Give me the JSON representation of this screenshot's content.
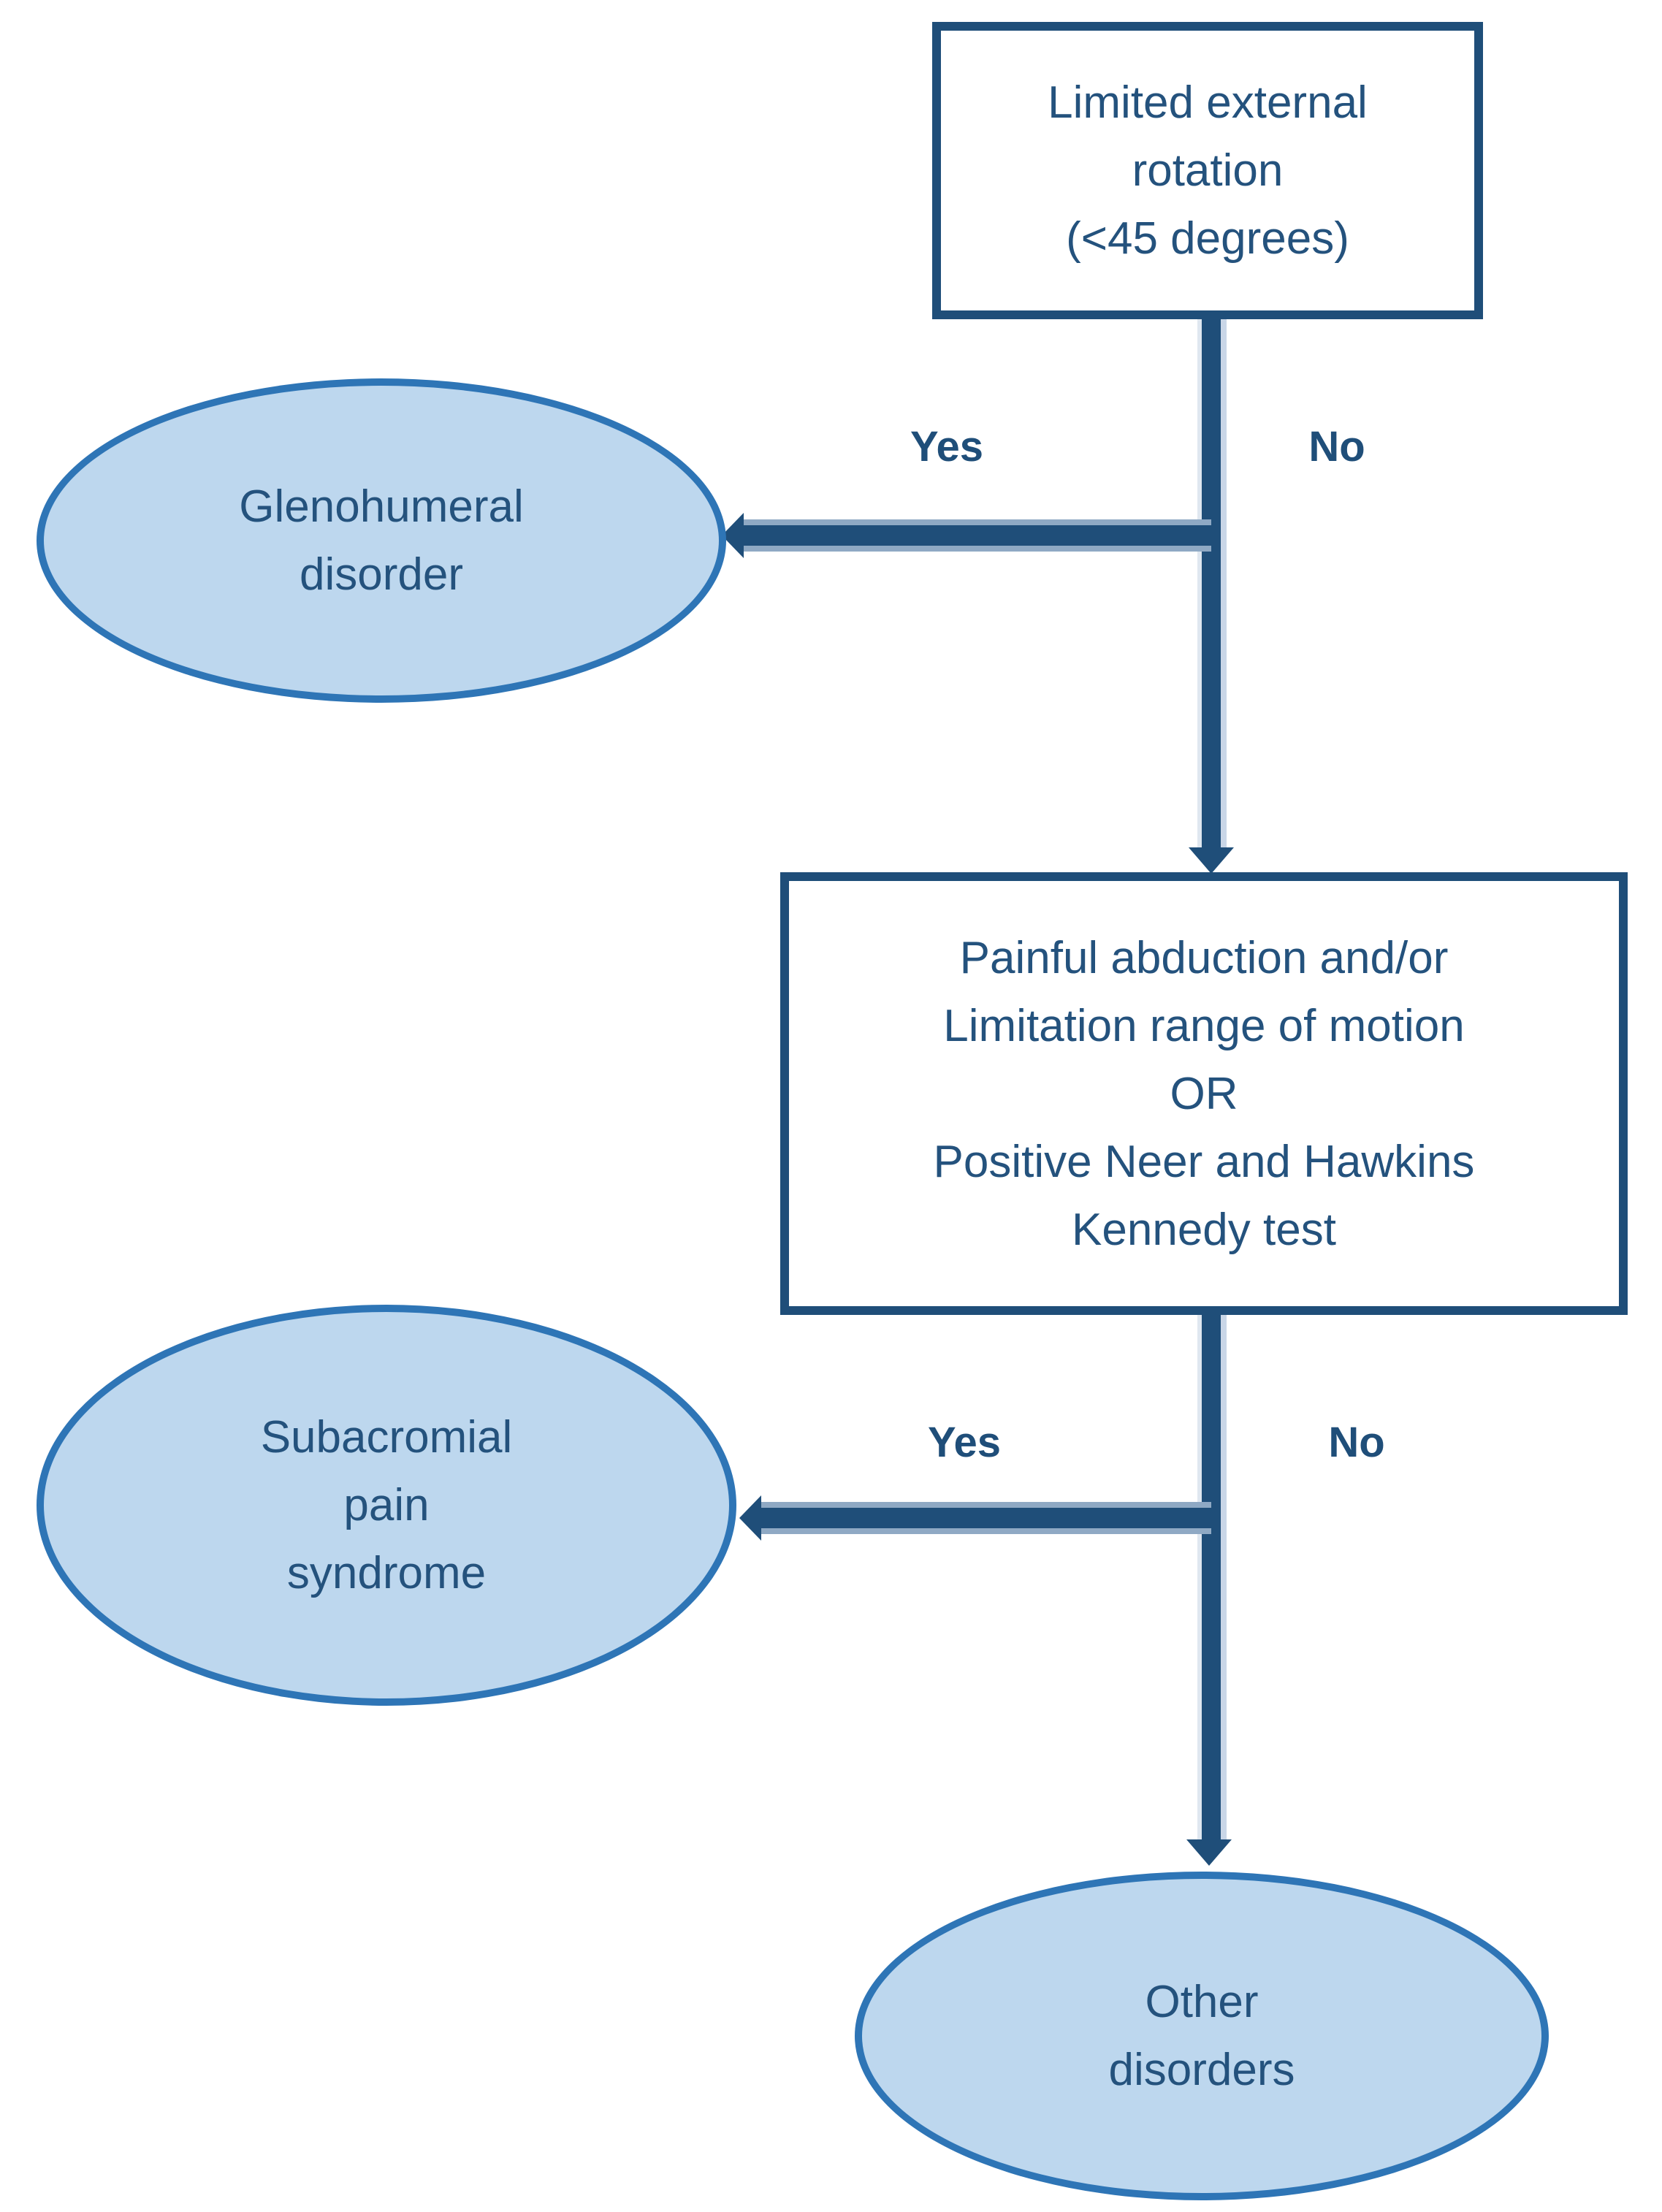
{
  "diagram": {
    "type": "flowchart",
    "background": "#ffffff",
    "colors": {
      "line_and_border": "#1f4e79",
      "node_text": "#24527d",
      "ellipse_fill": "#bdd7ee",
      "ellipse_stroke": "#2e75b6",
      "horizontal_arrow_rim": "#8fa9c4",
      "vertical_arrow_rim": "#c9d6e7"
    },
    "nodes": {
      "decision1": {
        "shape": "rectangle",
        "text": "Limited external\nrotation\n(<45 degrees)"
      },
      "outcome_glenohumeral": {
        "shape": "ellipse",
        "text": "Glenohumeral\ndisorder"
      },
      "decision2": {
        "shape": "rectangle",
        "text": "Painful abduction and/or\nLimitation range of motion\nOR\nPositive Neer and Hawkins\nKennedy test"
      },
      "outcome_subacromial": {
        "shape": "ellipse",
        "text": "Subacromial\npain\nsyndrome"
      },
      "outcome_other": {
        "shape": "ellipse",
        "text": "Other\ndisorders"
      }
    },
    "edges": {
      "branch1": {
        "from": "decision1",
        "yes_label": "Yes",
        "yes_to": "outcome_glenohumeral",
        "no_label": "No",
        "no_to": "decision2"
      },
      "branch2": {
        "from": "decision2",
        "yes_label": "Yes",
        "yes_to": "outcome_subacromial",
        "no_label": "No",
        "no_to": "outcome_other"
      }
    }
  }
}
